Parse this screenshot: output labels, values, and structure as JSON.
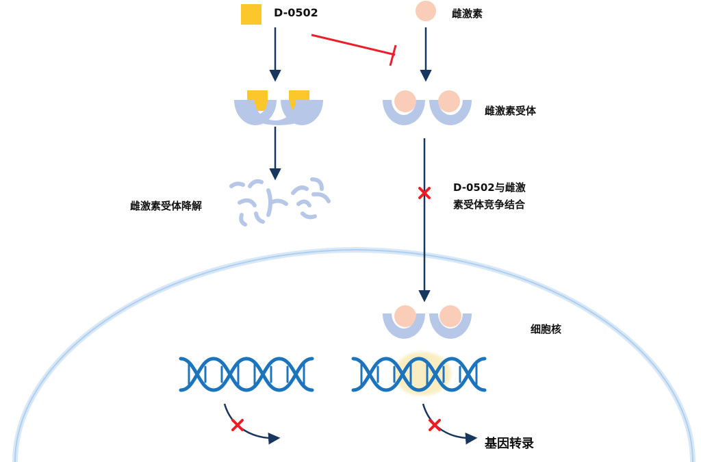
{
  "labels": {
    "d0502": "D-0502",
    "estrogen": "雌激素",
    "estrogen_receptor": "雌激素受体",
    "receptor_degradation": "雌激素受体降解",
    "competitive_line1": "D-0502与雌激",
    "competitive_line2": "素受体竞争结合",
    "nucleus": "细胞核",
    "gene_transcription": "基因转录"
  },
  "colors": {
    "drug": "#FCC72B",
    "estrogen": "#F9CDB8",
    "receptor": "#B7C7E8",
    "arrow": "#17375E",
    "inhibit": "#E8202A",
    "block_x": "#F01C24",
    "dna": "#1C74BC",
    "nucleus_membrane": "#AFCFEE",
    "highlight": "#FBEBB8"
  }
}
